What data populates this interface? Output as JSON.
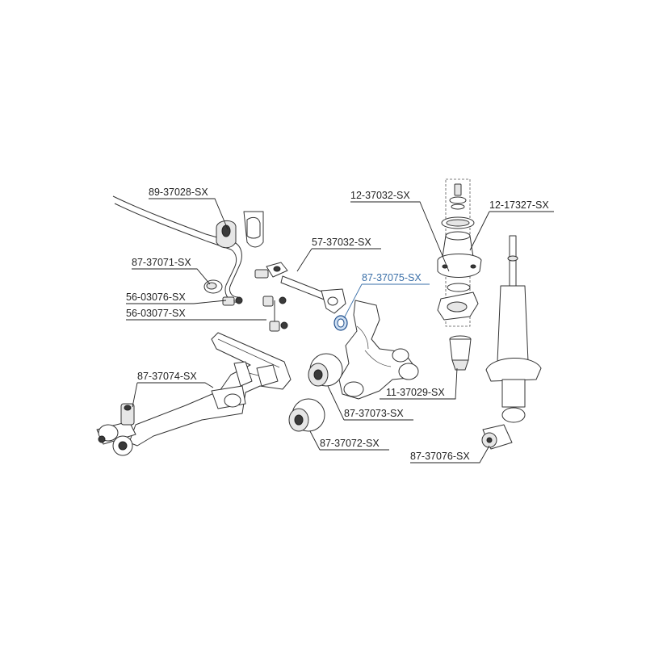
{
  "colors": {
    "line": "#222222",
    "highlight": "#3a6fa8",
    "background": "#ffffff"
  },
  "labels": {
    "stabilizer_bracket": "89-37028-SX",
    "stabilizer_bushing": "87-37071-SX",
    "end_link_upper": "56-03076-SX",
    "end_link_lower": "56-03077-SX",
    "control_arm_rod": "57-37032-SX",
    "knuckle_bushing": "87-37075-SX",
    "lower_arm": "87-37074-SX",
    "arm_bushing_front": "87-37073-SX",
    "arm_bushing_rear": "87-37072-SX",
    "top_mount_kit": "12-37032-SX",
    "strut_mount": "12-17327-SX",
    "bump_stop": "11-37029-SX",
    "shock_bushing": "87-37076-SX"
  }
}
